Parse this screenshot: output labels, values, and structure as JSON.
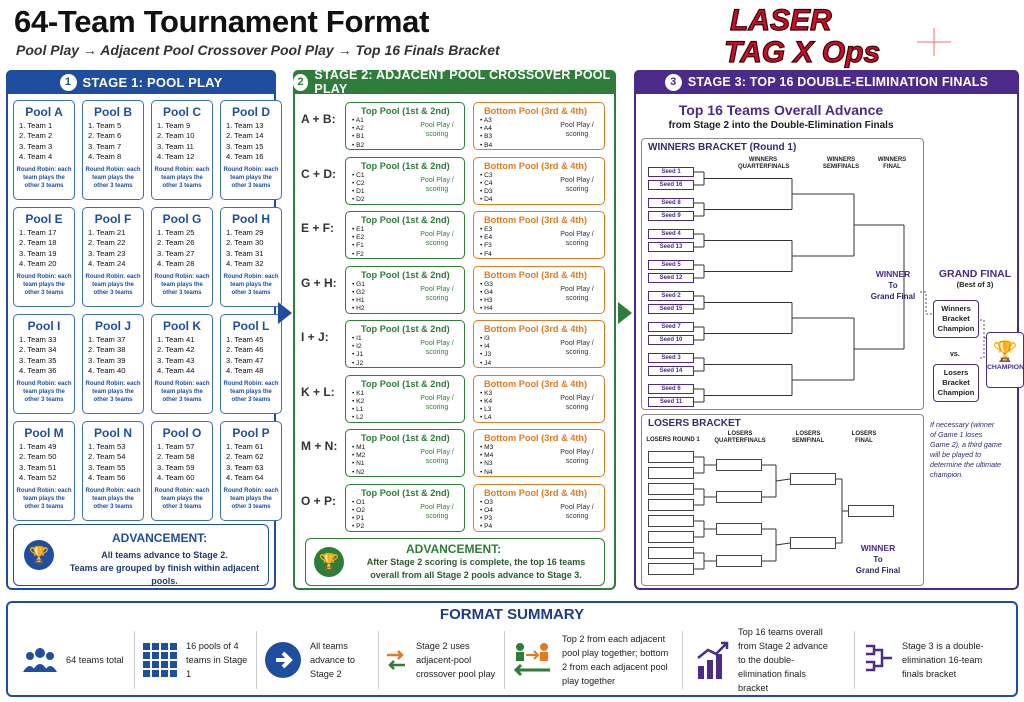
{
  "header": {
    "title": "64-Team Tournament Format",
    "subtitle": "Pool Play → Adjacent Pool Crossover Pool Play → Top 16 Finals Bracket",
    "logo_line1": "LASER",
    "logo_line2": "TAG X Ops"
  },
  "stage1": {
    "number": "1",
    "title": "STAGE 1: POOL PLAY",
    "round_robin_note": "Round Robin: each team plays the other 3 teams",
    "pools": [
      {
        "name": "Pool A",
        "teams": [
          "1. Team 1",
          "2. Team 2",
          "3. Team 3",
          "4. Team 4"
        ]
      },
      {
        "name": "Pool B",
        "teams": [
          "1. Team 5",
          "2. Team 6",
          "3. Team 7",
          "4. Team 8"
        ]
      },
      {
        "name": "Pool C",
        "teams": [
          "1. Team 9",
          "2. Team 10",
          "3. Team 11",
          "4. Team 12"
        ]
      },
      {
        "name": "Pool D",
        "teams": [
          "1. Team 13",
          "2. Team 14",
          "3. Team 15",
          "4. Team 16"
        ]
      },
      {
        "name": "Pool E",
        "teams": [
          "1. Team 17",
          "2. Team 18",
          "3. Team 19",
          "4. Team 20"
        ]
      },
      {
        "name": "Pool F",
        "teams": [
          "1. Team 21",
          "2. Team 22",
          "3. Team 23",
          "4. Team 24"
        ]
      },
      {
        "name": "Pool G",
        "teams": [
          "1. Team 25",
          "2. Team 26",
          "3. Team 27",
          "4. Team 28"
        ]
      },
      {
        "name": "Pool H",
        "teams": [
          "1. Team 29",
          "2. Team 30",
          "3. Team 31",
          "4. Team 32"
        ]
      },
      {
        "name": "Pool I",
        "teams": [
          "1. Team 33",
          "2. Team 34",
          "3. Team 35",
          "4. Team 36"
        ]
      },
      {
        "name": "Pool J",
        "teams": [
          "1. Team 37",
          "2. Team 38",
          "3. Team 39",
          "4. Team 40"
        ]
      },
      {
        "name": "Pool K",
        "teams": [
          "1. Team 41",
          "2. Team 42",
          "3. Team 43",
          "4. Team 44"
        ]
      },
      {
        "name": "Pool L",
        "teams": [
          "1. Team 45",
          "2. Team 46",
          "3. Team 47",
          "4. Team 48"
        ]
      },
      {
        "name": "Pool M",
        "teams": [
          "1. Team 49",
          "2. Team 50",
          "3. Team 51",
          "4. Team 52"
        ]
      },
      {
        "name": "Pool N",
        "teams": [
          "1. Team 53",
          "2. Team 54",
          "3. Team 55",
          "4. Team 56"
        ]
      },
      {
        "name": "Pool O",
        "teams": [
          "1. Team 57",
          "2. Team 58",
          "3. Team 59",
          "4. Team 60"
        ]
      },
      {
        "name": "Pool P",
        "teams": [
          "1. Team 61",
          "2. Team 62",
          "3. Team 63",
          "4. Team 64"
        ]
      }
    ],
    "advancement": {
      "title": "ADVANCEMENT:",
      "line1": "All teams advance to Stage 2.",
      "line2": "Teams are grouped by finish within adjacent pools."
    }
  },
  "stage2": {
    "number": "2",
    "title": "STAGE 2: ADJACENT POOL CROSSOVER POOL PLAY",
    "top_title": "Top Pool (1st & 2nd)",
    "bottom_title": "Bottom Pool (3rd & 4th)",
    "scoring": "Pool Play / scoring",
    "groups": [
      {
        "label": "A + B:",
        "top": [
          "A1",
          "A2",
          "B1",
          "B2"
        ],
        "bottom": [
          "A3",
          "A4",
          "B3",
          "B4"
        ]
      },
      {
        "label": "C + D:",
        "top": [
          "C1",
          "C2",
          "D1",
          "D2"
        ],
        "bottom": [
          "C3",
          "C4",
          "D3",
          "D4"
        ]
      },
      {
        "label": "E + F:",
        "top": [
          "E1",
          "E2",
          "F1",
          "F2"
        ],
        "bottom": [
          "E3",
          "E4",
          "F3",
          "F4"
        ]
      },
      {
        "label": "G + H:",
        "top": [
          "G1",
          "G2",
          "H1",
          "H2"
        ],
        "bottom": [
          "G3",
          "G4",
          "H3",
          "H4"
        ]
      },
      {
        "label": "I + J:",
        "top": [
          "I1",
          "I2",
          "J1",
          "J2"
        ],
        "bottom": [
          "I3",
          "I4",
          "J3",
          "J4"
        ]
      },
      {
        "label": "K + L:",
        "top": [
          "K1",
          "K2",
          "L1",
          "L2"
        ],
        "bottom": [
          "K3",
          "K4",
          "L3",
          "L4"
        ]
      },
      {
        "label": "M + N:",
        "top": [
          "M1",
          "M2",
          "N1",
          "N2"
        ],
        "bottom": [
          "M3",
          "M4",
          "N3",
          "N4"
        ]
      },
      {
        "label": "O + P:",
        "top": [
          "O1",
          "O2",
          "P1",
          "P2"
        ],
        "bottom": [
          "O3",
          "O4",
          "P3",
          "P4"
        ]
      }
    ],
    "advancement": {
      "title": "ADVANCEMENT:",
      "line1": "After Stage 2 scoring is complete, the top 16 teams",
      "line2": "overall from all Stage 2 pools advance to Stage 3."
    }
  },
  "stage3": {
    "number": "3",
    "title": "STAGE 3: TOP 16 DOUBLE-ELIMINATION FINALS",
    "heading": "Top 16 Teams Overall Advance",
    "subheading": "from Stage 2 into the Double-Elimination Finals",
    "winners_title": "WINNERS BRACKET (Round 1)",
    "winners_cols": [
      "WINNERS QUARTERFINALS",
      "WINNERS SEMIFINALS",
      "WINNERS FINAL"
    ],
    "seeds": [
      "Seed 1",
      "Seed 16",
      "Seed 8",
      "Seed 9",
      "Seed 4",
      "Seed 13",
      "Seed 5",
      "Seed 12",
      "Seed 2",
      "Seed 15",
      "Seed 7",
      "Seed 10",
      "Seed 3",
      "Seed 14",
      "Seed 6",
      "Seed 11"
    ],
    "winner_label": "WINNER",
    "to_label": "To",
    "grand_final_label": "Grand Final",
    "losers_title": "LOSERS BRACKET",
    "losers_cols": [
      "LOSERS ROUND 1",
      "LOSERS QUARTERFINALS",
      "LOSERS SEMIFINAL",
      "LOSERS FINAL"
    ],
    "grand_final": {
      "title": "GRAND FINAL",
      "best_of": "(Best of 3)",
      "winners_champ": "Winners Bracket Champion",
      "vs": "vs.",
      "losers_champ": "Losers Bracket Champion",
      "champion": "CHAMPION",
      "note": "If necessary (winner of Game 1 loses Game 2), a third game will be played to determine the ultimate champion."
    }
  },
  "summary": {
    "title": "FORMAT SUMMARY",
    "items": [
      {
        "icon": "team-group-icon",
        "text": "64 teams total"
      },
      {
        "icon": "grid-icon",
        "text": "16 pools of 4 teams in Stage 1"
      },
      {
        "icon": "arrow-circle-icon",
        "text": "All teams advance to Stage 2"
      },
      {
        "icon": "swap-arrows-icon",
        "text": "Stage 2 uses adjacent-pool crossover pool play"
      },
      {
        "icon": "split-teams-icon",
        "text": "Top 2 from each adjacent pool play together; bottom 2 from each adjacent pool play together"
      },
      {
        "icon": "bar-chart-icon",
        "text": "Top 16 teams overall from Stage 2 advance to the double-elimination finals bracket"
      },
      {
        "icon": "bracket-icon",
        "text": "Stage 3 is a double-elimination 16-team finals bracket"
      }
    ]
  },
  "colors": {
    "stage1": "#1f4e9e",
    "stage2": "#2f7d3a",
    "stage2_bottom": "#e07b22",
    "stage3": "#4b2a8a",
    "logo_red": "#c8102e"
  }
}
